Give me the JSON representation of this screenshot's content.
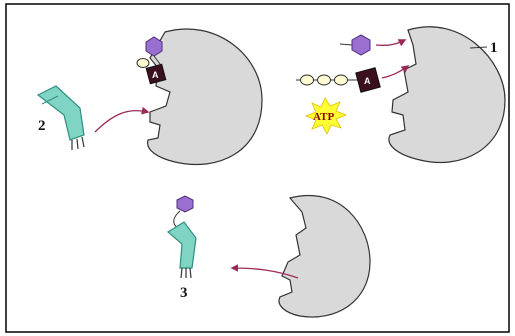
{
  "labels": {
    "enzyme": "1",
    "trna_left": "2",
    "trna_bottom": "3",
    "atp": "ATP",
    "amino_acid": "A"
  },
  "colors": {
    "enzyme_fill": "#d9d9d9",
    "enzyme_stroke": "#333333",
    "trna_fill": "#7fd4c4",
    "trna_dark": "#2f8f80",
    "hexagon": "#9b6fd0",
    "amino_block": "#3a0f1e",
    "phosphate": "#fffbd0",
    "atp_burst": "#ffff33",
    "arrow": "#9b2a5a",
    "frame": "#000000"
  }
}
